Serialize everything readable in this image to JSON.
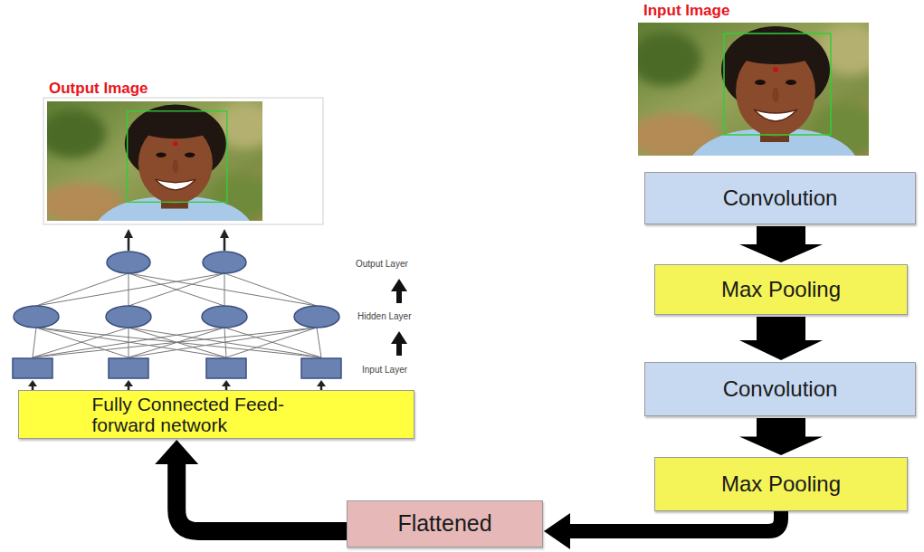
{
  "diagram": {
    "nodes": [
      {
        "text": [
          "Input Image"
        ]
      },
      {
        "text": [
          "Convolution"
        ]
      },
      {
        "text": [
          "Max Pooling"
        ]
      },
      {
        "text": [
          "Convolution"
        ]
      },
      {
        "text": [
          "Max Pooling"
        ]
      },
      {
        "text": [
          "Flattened"
        ]
      },
      {
        "text": [
          "Fully Connected Feed-forward network"
        ]
      },
      {
        "text": [
          "Output Image"
        ]
      }
    ],
    "edges": [
      {
        "from": 1,
        "to": 2,
        "arrow": "to"
      },
      {
        "from": 2,
        "to": 3,
        "arrow": "to"
      },
      {
        "from": 3,
        "to": 4,
        "arrow": "to"
      },
      {
        "from": 4,
        "to": 5,
        "arrow": "to"
      },
      {
        "from": 5,
        "to": 6,
        "arrow": "to"
      }
    ],
    "labels": [
      "Output Layer",
      "Hidden Layer",
      "Input Layer"
    ]
  }
}
